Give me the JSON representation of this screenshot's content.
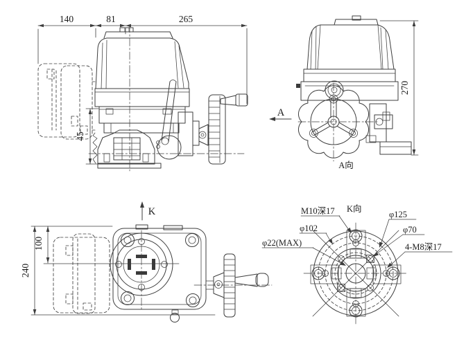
{
  "drawing_title": "electric actuator dimensional drawing",
  "colors": {
    "line": "#3d3d3d",
    "background": "#ffffff"
  },
  "side_view": {
    "dim_140": "140",
    "dim_81": "81",
    "dim_265": "265",
    "dim_45": "45"
  },
  "front_view": {
    "dim_270": "270",
    "arrow_label": "A",
    "view_label": "A向"
  },
  "bottom_view": {
    "dim_240": "240",
    "dim_100": "100",
    "arrow_label": "K"
  },
  "k_view": {
    "view_label": "K向",
    "callout_m10": "M10深17",
    "callout_d102": "φ102",
    "callout_d22": "φ22(MAX)",
    "callout_d125": "φ125",
    "callout_d70": "φ70",
    "callout_m8": "4-M8深17"
  }
}
